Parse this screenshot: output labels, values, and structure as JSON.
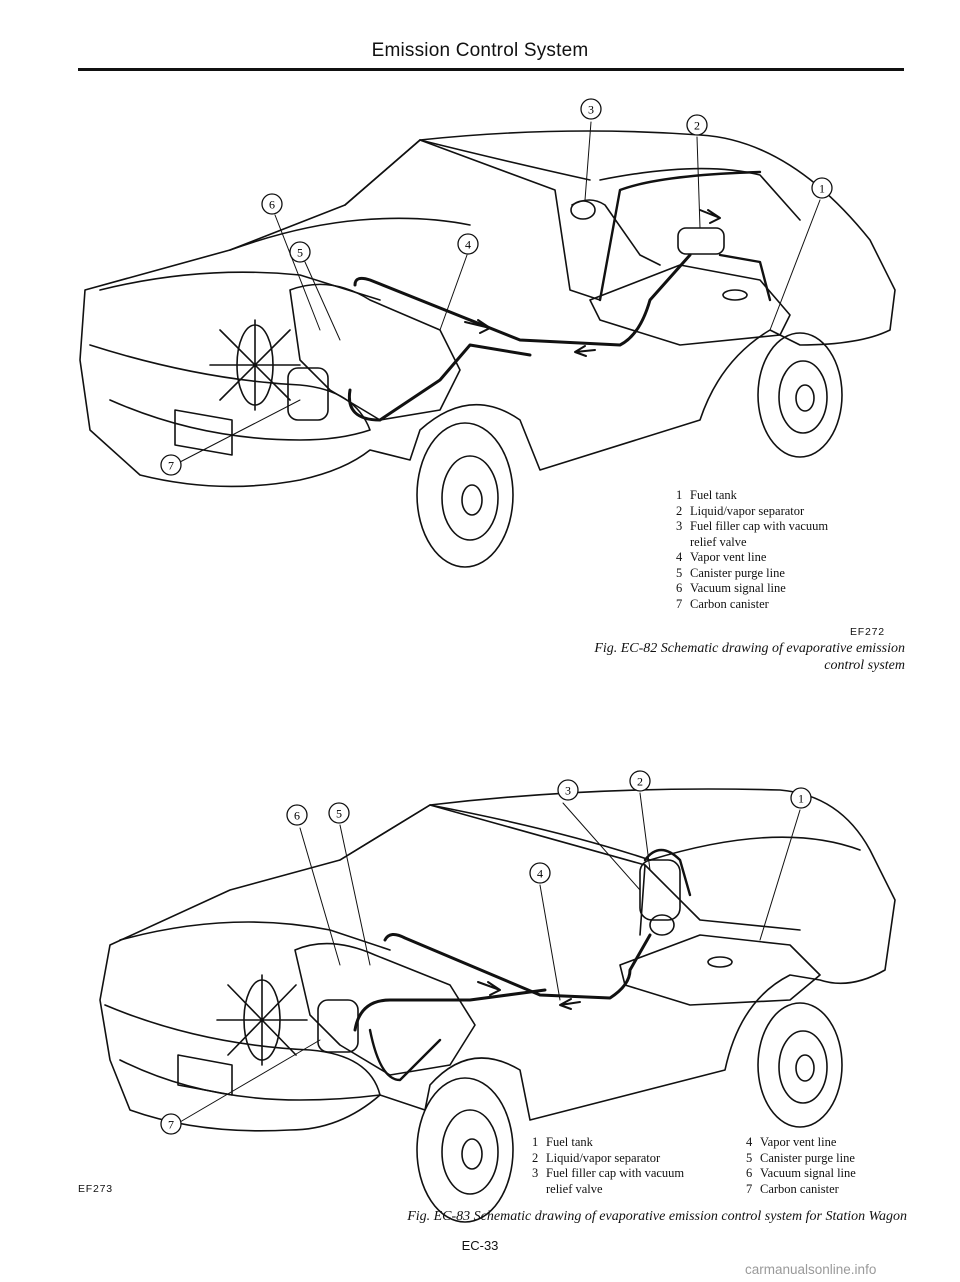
{
  "header": {
    "title": "Emission Control System"
  },
  "figure1": {
    "code": "EF272",
    "caption_line1": "Fig. EC-82 Schematic drawing of evaporative emission",
    "caption_line2": "control system",
    "callouts": [
      "1",
      "2",
      "3",
      "4",
      "5",
      "6",
      "7"
    ],
    "legend": [
      {
        "num": "1",
        "text": "Fuel tank"
      },
      {
        "num": "2",
        "text": "Liquid/vapor separator"
      },
      {
        "num": "3",
        "text": "Fuel filler cap with vacuum\nrelief valve"
      },
      {
        "num": "4",
        "text": "Vapor vent line"
      },
      {
        "num": "5",
        "text": "Canister purge line"
      },
      {
        "num": "6",
        "text": "Vacuum signal line"
      },
      {
        "num": "7",
        "text": "Carbon canister"
      }
    ]
  },
  "figure2": {
    "code": "EF273",
    "caption": "Fig. EC-83 Schematic drawing of evaporative emission control system for Station Wagon",
    "callouts": [
      "1",
      "2",
      "3",
      "4",
      "5",
      "6",
      "7"
    ],
    "legend_col1": [
      {
        "num": "1",
        "text": "Fuel tank"
      },
      {
        "num": "2",
        "text": "Liquid/vapor separator"
      },
      {
        "num": "3",
        "text": "Fuel filler cap with vacuum\nrelief valve"
      }
    ],
    "legend_col2": [
      {
        "num": "4",
        "text": "Vapor vent line"
      },
      {
        "num": "5",
        "text": "Canister purge line"
      },
      {
        "num": "6",
        "text": "Vacuum signal line"
      },
      {
        "num": "7",
        "text": "Carbon canister"
      }
    ]
  },
  "footer": {
    "page": "EC-33",
    "watermark": "carmanualsonline.info"
  }
}
